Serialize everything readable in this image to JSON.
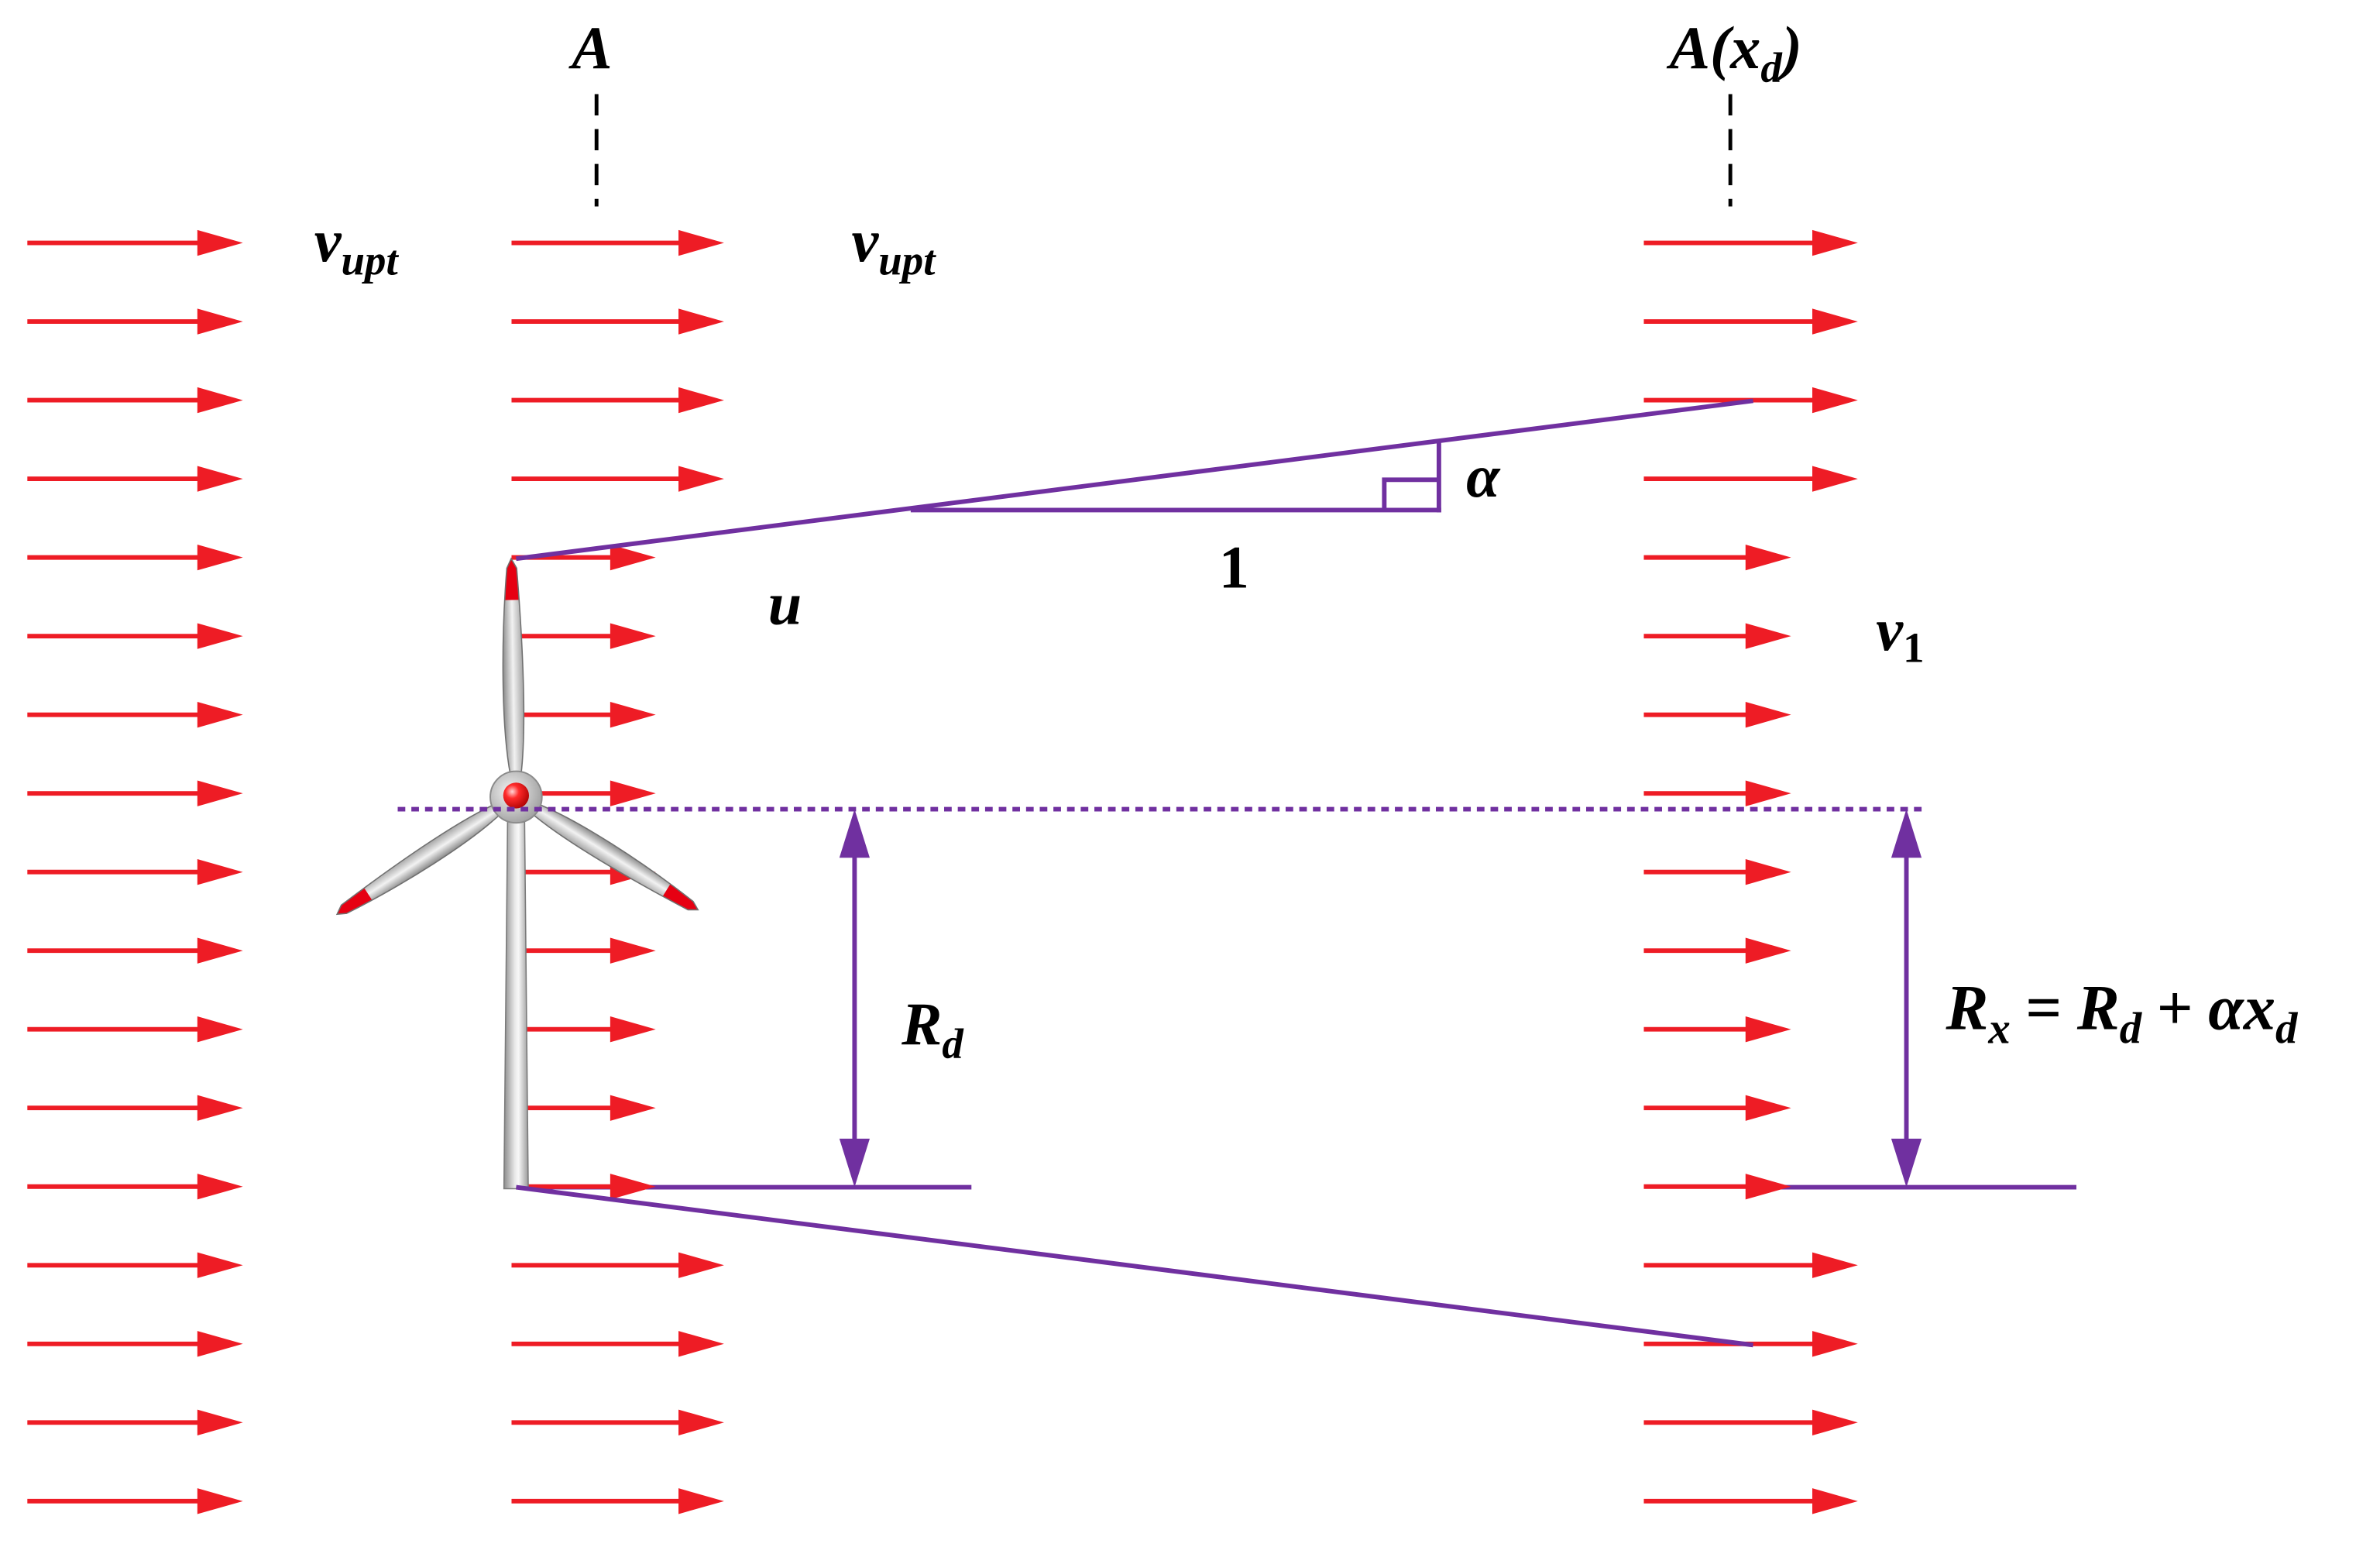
{
  "colors": {
    "flow_arrows": "#ee1c25",
    "wake_geometry": "#7030a0",
    "labels": "#000000",
    "turbine_body": "#c8c8c8",
    "turbine_accent": "#e60012"
  },
  "icons": {
    "turbine": "wind-turbine"
  },
  "labels": {
    "rotor_plane": "A",
    "downstream_plane": {
      "prefix": "A(",
      "variable": "x",
      "subscript": "d",
      "suffix": ")"
    },
    "upstream_velocity_1": {
      "symbol": "v",
      "subscript": "upt"
    },
    "upstream_velocity_2": {
      "symbol": "v",
      "subscript": "upt"
    },
    "rotor_velocity": "u",
    "unit_length": "1",
    "expansion_slope": "α",
    "wake_velocity": {
      "symbol": "v",
      "subscript": "1"
    },
    "rotor_radius": {
      "symbol": "R",
      "subscript": "d"
    },
    "wake_radius_formula": {
      "lhs": "R",
      "lhs_sub": "x",
      "equals": "=",
      "term1": "R",
      "term1_sub": "d",
      "plus": "+",
      "term2": "αx",
      "term2_sub": "d"
    }
  }
}
